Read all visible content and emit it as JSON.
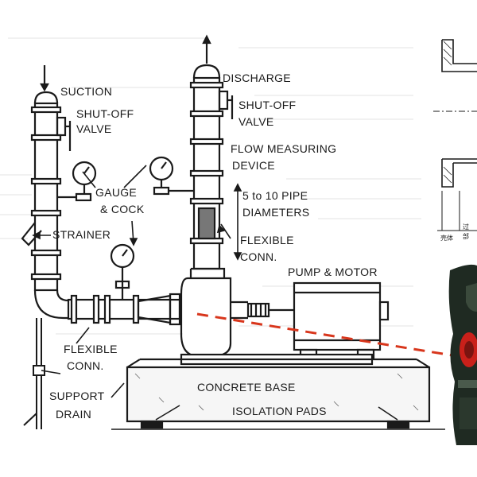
{
  "labels": {
    "suction": "SUCTION",
    "shutoff_valve_left_1": "SHUT-OFF",
    "shutoff_valve_left_2": "VALVE",
    "discharge": "DISCHARGE",
    "shutoff_valve_right_1": "SHUT-OFF",
    "shutoff_valve_right_2": "VALVE",
    "flow_measuring_1": "FLOW MEASURING",
    "flow_measuring_2": "DEVICE",
    "gauge_cock_1": "GAUGE",
    "gauge_cock_2": "& COCK",
    "pipe_diameters_1": "5 to 10 PIPE",
    "pipe_diameters_2": "DIAMETERS",
    "strainer": "STRAINER",
    "flexible_conn_right_1": "FLEXIBLE",
    "flexible_conn_right_2": "CONN.",
    "pump_motor": "PUMP & MOTOR",
    "flexible_conn_left_1": "FLEXIBLE",
    "flexible_conn_left_2": "CONN.",
    "concrete_base": "CONCRETE BASE",
    "support": "SUPPORT",
    "drain": "DRAIN",
    "isolation_pads": "ISOLATION PADS",
    "inset_cn_1": "壳体",
    "inset_cn_2": "过",
    "inset_cn_3": "部"
  },
  "colors": {
    "ink": "#1a1a1a",
    "dashed_line": "#d8361c",
    "photo_dark": "#1f2a22",
    "photo_red": "#c9201a"
  }
}
